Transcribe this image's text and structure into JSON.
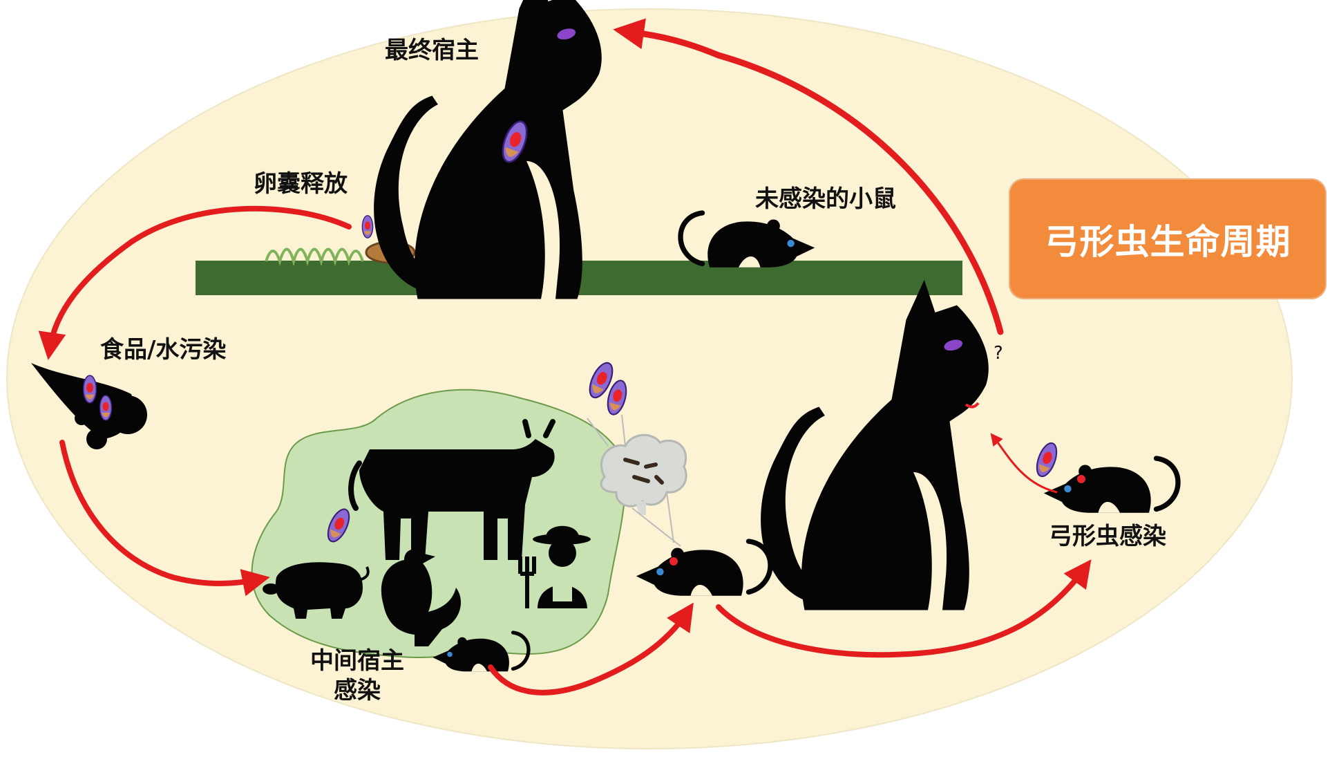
{
  "title": "弓形虫生命周期",
  "labels": {
    "definitive_host": "最终宿主",
    "oocyst_release": "卵囊释放",
    "uninfected_mouse": "未感染的小鼠",
    "contamination": "食品/水污染",
    "intermediate_host_line1": "中间宿主",
    "intermediate_host_line2": "感染",
    "toxoplasma_infection": "弓形虫感染",
    "question_mark": "?"
  },
  "colors": {
    "background_ellipse": "#fcf2d4",
    "ground": "#3e6b2f",
    "farm_area": "#c8e2b4",
    "arrow": "#e31d1d",
    "title_box": "#f28b3c",
    "animal": "#050505",
    "parasite_outer": "#8a6ad2",
    "parasite_core": "#e8242a",
    "cat_eye": "#8a46c8",
    "mouse_eye_healthy": "#3a8ad2",
    "mouse_eye_infected": "#e8242a"
  }
}
